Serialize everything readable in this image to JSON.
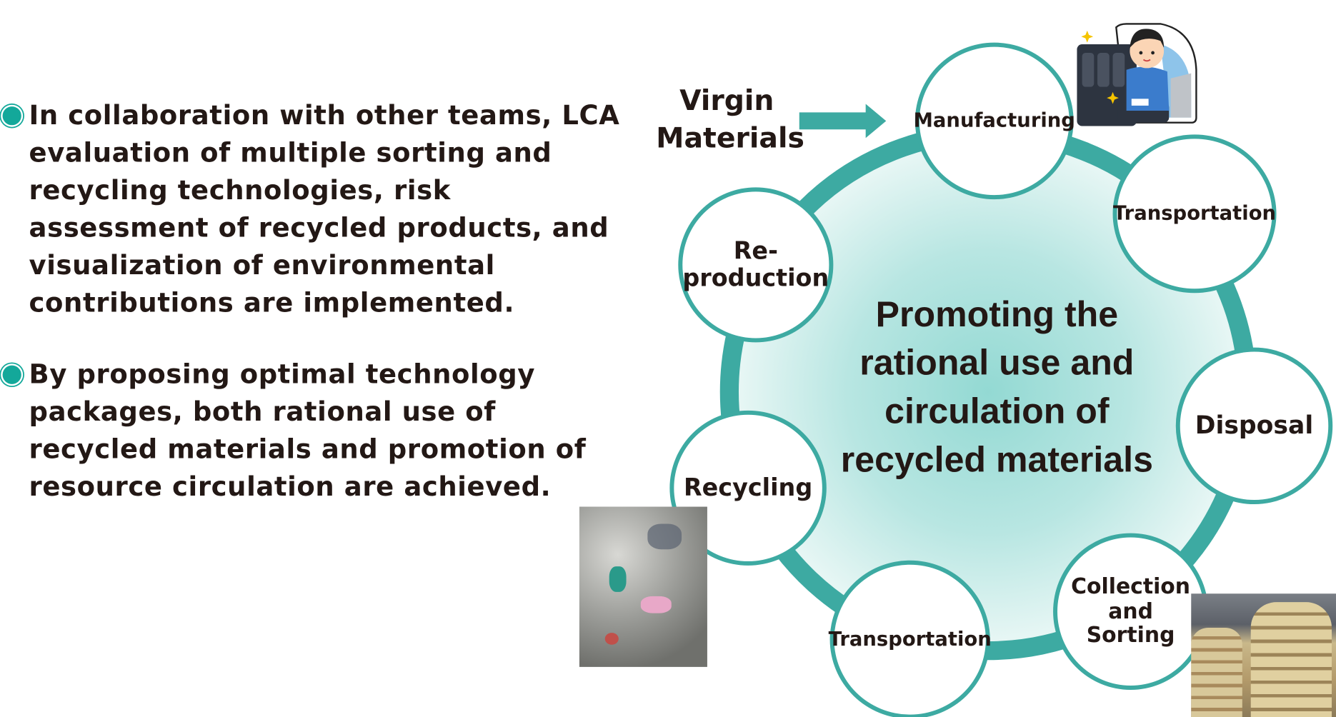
{
  "bullets": [
    {
      "lines": [
        "In collaboration with other teams, LCA",
        "evaluation of multiple sorting and",
        "recycling technologies, risk",
        "assessment of recycled products, and",
        "visualization of environmental",
        "contributions are implemented."
      ]
    },
    {
      "lines": [
        "By proposing optimal technology",
        "packages, both rational use of",
        "recycled materials and promotion of",
        "resource circulation are achieved."
      ]
    }
  ],
  "input": {
    "lines": [
      "Virgin",
      "Materials"
    ]
  },
  "center": {
    "lines": [
      "Promoting the",
      "rational use and",
      "circulation of",
      "recycled materials"
    ]
  },
  "nodes": {
    "manufacturing": "Manufacturing",
    "transportation1": "Transportation",
    "disposal": "Disposal",
    "collection": [
      "Collection",
      "and",
      "Sorting"
    ],
    "transportation2": "Transportation",
    "recycling": "Recycling",
    "reproduction": [
      "Re-",
      "production"
    ]
  },
  "colors": {
    "accent": "#3daaa2",
    "bullet": "#13a89a",
    "text": "#231815"
  }
}
